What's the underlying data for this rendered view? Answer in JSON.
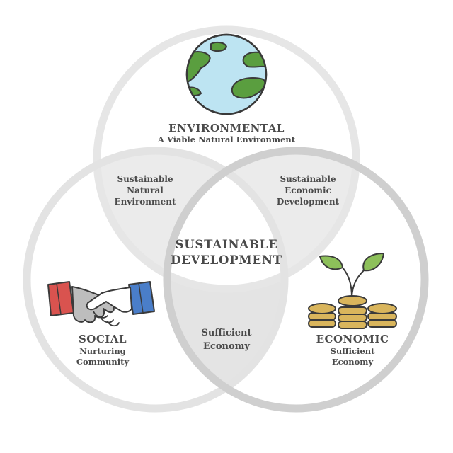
{
  "environmental": {
    "title": "ENVIRONMENTAL",
    "subtitle": "A Viable Natural Environment",
    "icon": "globe-icon"
  },
  "social": {
    "title": "SOCIAL",
    "line1": "Nurturing",
    "line2": "Community",
    "icon": "handshake-icon"
  },
  "economic": {
    "title": "ECONOMIC",
    "line1": "Sufficient",
    "line2": "Economy",
    "icon": "coins-sprout-icon"
  },
  "overlap_env_social": {
    "line1": "Sustainable",
    "line2": "Natural",
    "line3": "Environment"
  },
  "overlap_env_economic": {
    "line1": "Sustainable",
    "line2": "Economic",
    "line3": "Development"
  },
  "overlap_social_economic": {
    "line1": "Sufficient",
    "line2": "Economy"
  },
  "center": {
    "line1": "SUSTAINABLE",
    "line2": "DEVELOPMENT"
  },
  "colors": {
    "ring_light": "#e6e6e6",
    "ring_dark": "#cccccc",
    "overlap_fill": "#ebebeb",
    "text": "#4a4a4a",
    "globe_water": "#bde4f2",
    "globe_land": "#5a9e3f",
    "coin": "#d9b55c",
    "leaf": "#8dc05a",
    "cuff_red": "#d9534f",
    "cuff_blue": "#4a7ec9"
  }
}
